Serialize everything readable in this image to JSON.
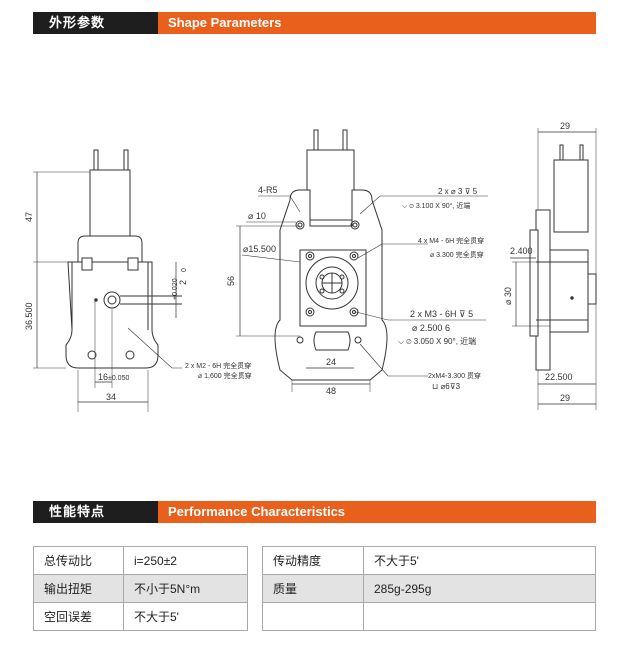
{
  "shape_section": {
    "title_cn": "外形参数",
    "title_en": "Shape Parameters"
  },
  "performance_section": {
    "title_cn": "性能特点",
    "title_en": "Performance Characteristics"
  },
  "drawing": {
    "left_view": {
      "dim_height_top": "47",
      "dim_height_bottom": "36.500",
      "tol_upper": "+0.020",
      "tol_lower": "0",
      "tol_nominal": "2",
      "dim_shaft_offset": "16",
      "dim_shaft_offset_tol": "±0.050",
      "dim_width": "34",
      "note_hole": "2 x  M2 - 6H 完全贯穿",
      "note_hole_2": "⌀ 1.600 完全贯穿"
    },
    "front_view": {
      "note_radius": "4-R5",
      "dim_diameter_small": "⌀ 10",
      "dim_diameter_pcd": "⌀15.500",
      "dim_height": "56",
      "dim_bottom_holes": "24",
      "dim_width": "48",
      "note_top_1": "2 x ⌀ 3 ⊽ 5",
      "note_top_2": "⌵ ⌀ 3.100 X 90°, 近端",
      "note_m4_1": "4 x  M4 - 6H 完全贯穿",
      "note_m4_2": "⌀ 3.300 完全贯穿",
      "note_m3_1": "2 x  M3 - 6H ⊽ 5",
      "note_m3_2": "⌀ 2.500   6",
      "note_m3_3": "⌵ ⌀ 3.050 X 90°, 近端",
      "note_bottom_1": "2xM4-3.300 贯穿",
      "note_bottom_2": "⊔ ⌀6⊽3"
    },
    "side_view": {
      "dim_top_width": "29",
      "dim_flange": "2.400",
      "dim_diameter": "⌀ 30",
      "dim_length_1": "22.500",
      "dim_length_2": "29"
    }
  },
  "performance_left": [
    {
      "key": "总传动比",
      "value": "i=250±2"
    },
    {
      "key": "输出扭矩",
      "value": "不小于5N°m"
    },
    {
      "key": "空回误差",
      "value": "不大于5'"
    }
  ],
  "performance_right": [
    {
      "key": "传动精度",
      "value": "不大于5'"
    },
    {
      "key": "质量",
      "value": "285g-295g"
    },
    {
      "key": "",
      "value": ""
    }
  ]
}
